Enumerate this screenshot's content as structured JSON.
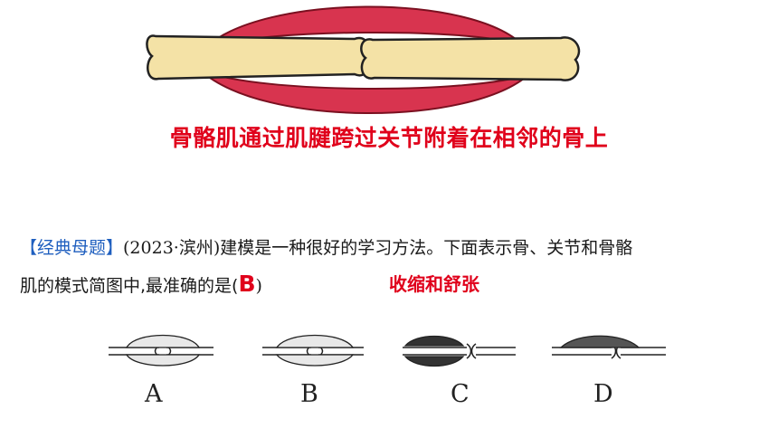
{
  "caption": "骨骼肌通过肌腱跨过关节附着在相邻的骨上",
  "question": {
    "tag": "【经典母题】",
    "source": "(2023·滨州)",
    "text_line1": "建模是一种很好的学习方法。下面表示骨、关节和骨骼",
    "text_line2": "肌的模式简图中,最准确的是(",
    "answer": "B",
    "close": ")"
  },
  "note": "收缩和舒张",
  "options": [
    "A",
    "B",
    "C",
    "D"
  ],
  "colors": {
    "caption": "#e0001b",
    "tag": "#1f5fbf",
    "muscle": "#d8344f",
    "bone": "#f4e2a6"
  }
}
